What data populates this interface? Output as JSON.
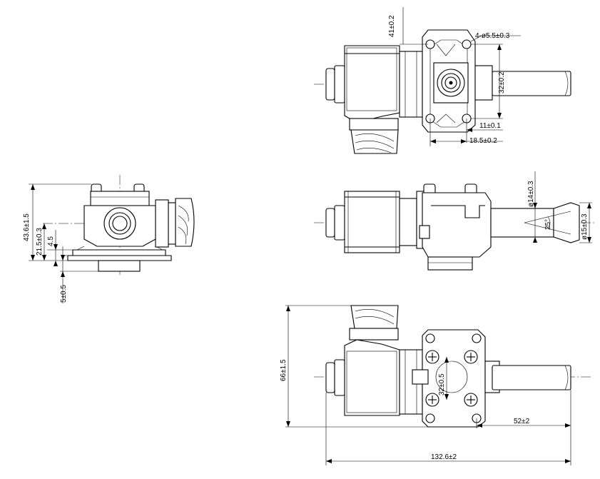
{
  "dimensions": {
    "top_height": "41±0.2",
    "hole_spec": "4-ø5.5±0.3",
    "top_hole_pitch": "32±0.2",
    "top_offset_a": "11±0.1",
    "top_offset_b": "18.5±0.2",
    "side_height": "43.6±1.5",
    "side_axis": "21.5±0.3",
    "side_step": "4.5",
    "side_flange": "5±0.5",
    "front_dia_inner": "ø14±0.3",
    "front_angle": "25°",
    "front_dia_outer": "ø15±0.3",
    "bottom_height": "66±1.5",
    "bottom_hole_pitch": "32±0.5",
    "bottom_tube_len": "52±2",
    "bottom_overall_len": "132.6±2"
  }
}
